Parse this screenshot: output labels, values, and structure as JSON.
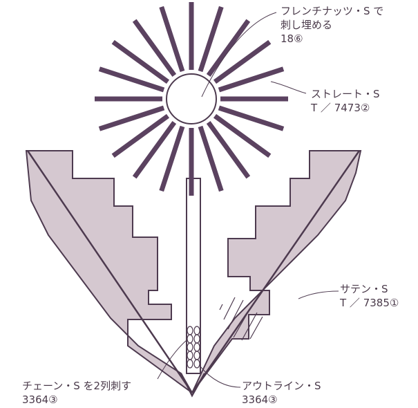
{
  "colors": {
    "stroke": "#4d3a4f",
    "leaf_fill": "#d5c8d0",
    "petal": "#5b4260",
    "center_fill": "#ffffff"
  },
  "labels": {
    "french_knots": {
      "line1": "フレンチナッツ・S で",
      "line2": "刺し埋める",
      "line3": "18⑥"
    },
    "straight": {
      "line1": "ストレート・S",
      "line2": "T ／ 7473②"
    },
    "satin": {
      "line1": "サテン・S",
      "line2": "T ／ 7385①"
    },
    "chain": {
      "line1": "チェーン・S を2列刺す",
      "line2": "3364③"
    },
    "outline": {
      "line1": "アウトライン・S",
      "line2": "3364③"
    }
  }
}
